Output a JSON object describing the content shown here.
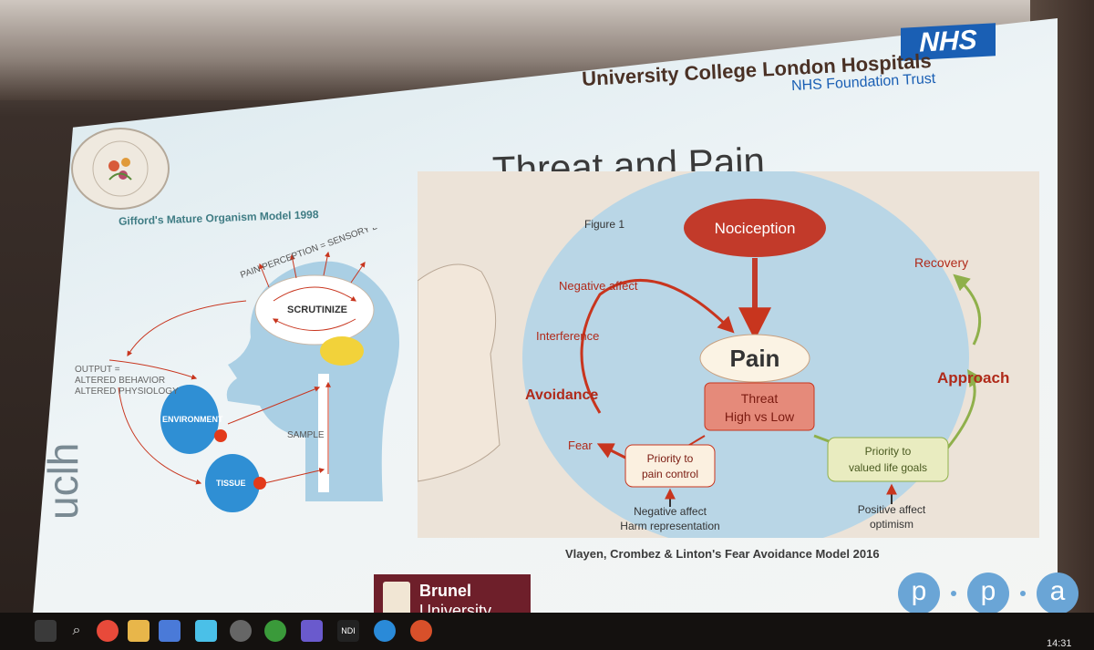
{
  "header": {
    "nhs_logo": "NHS",
    "hospital_name": "University College London Hospitals",
    "hospital_subtitle": "NHS Foundation Trust"
  },
  "slide": {
    "title": "Threat and Pain",
    "left_caption": "Gifford's Mature Organism Model  1998",
    "credit": "Vlayen, Crombez & Linton's Fear Avoidance Model  2016",
    "side_brand": "uclh"
  },
  "left_diagram": {
    "arc_label": "PAIN PERCEPTION = SENSORY DIMENSION",
    "scrutinize": "SCRUTINIZE",
    "output_line1": "OUTPUT =",
    "output_line2": "ALTERED BEHAVIOR",
    "output_line3": "ALTERED PHYSIOLOGY",
    "environment": "ENVIRONMENT",
    "tissue": "TISSUE",
    "sample": "SAMPLE"
  },
  "right_diagram": {
    "figure_label": "Figure 1",
    "nociception": "Nociception",
    "pain": "Pain",
    "threat_line1": "Threat",
    "threat_line2": "High vs Low",
    "negative_affect": "Negative affect",
    "interference": "Interference",
    "avoidance": "Avoidance",
    "fear": "Fear",
    "priority_pain_line1": "Priority to",
    "priority_pain_line2": "pain control",
    "neg_harm_line1": "Negative affect",
    "neg_harm_line2": "Harm representation",
    "recovery": "Recovery",
    "approach": "Approach",
    "priority_goals_line1": "Priority to",
    "priority_goals_line2": "valued life goals",
    "pos_opt_line1": "Positive affect",
    "pos_opt_line2": "optimism"
  },
  "footer": {
    "brunel_line1": "Brunel",
    "brunel_line2": "University",
    "ppa": [
      "p",
      "p",
      "a"
    ]
  },
  "taskbar": {
    "clock": "14:31",
    "ndi_label": "NDI"
  },
  "colors": {
    "nhs_blue": "#1a5fb4",
    "arrow_red": "#c8351e",
    "approach_green": "#8fb04b",
    "brunel_maroon": "#6e1f2a"
  }
}
